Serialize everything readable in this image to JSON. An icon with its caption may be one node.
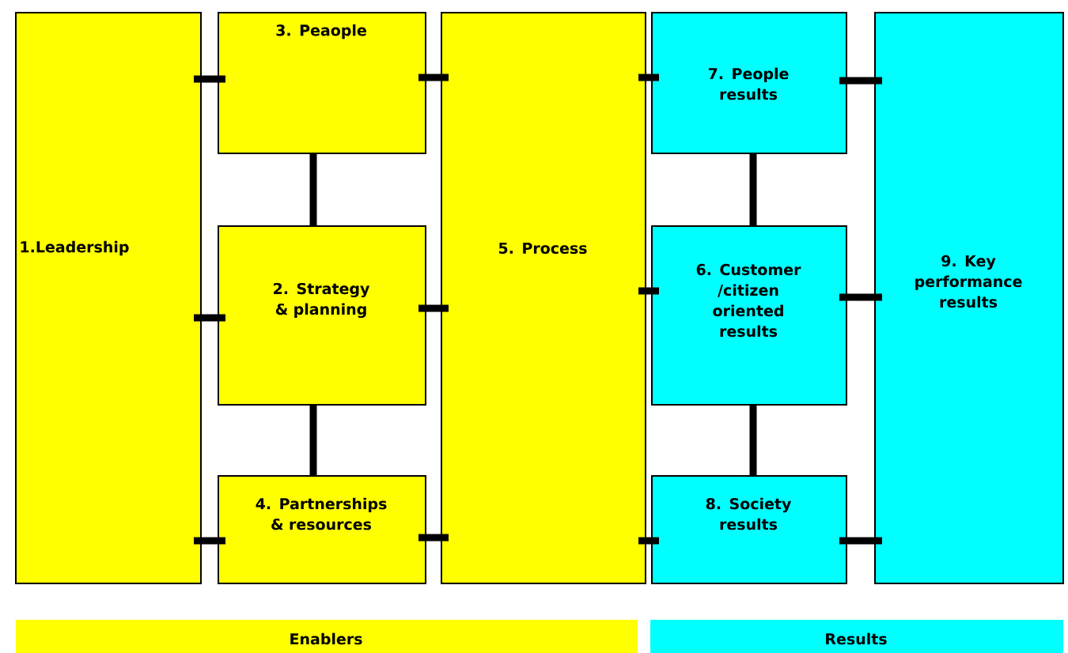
{
  "diagram": {
    "nodes": [
      {
        "text": [
          "1.Leadership"
        ]
      },
      {
        "text": [
          "3. Peaople"
        ]
      },
      {
        "text": [
          "2. Strategy & planning"
        ]
      },
      {
        "text": [
          "4. Partnerships & resources"
        ]
      },
      {
        "text": [
          "5. Process"
        ]
      },
      {
        "text": [
          "7. People results"
        ]
      },
      {
        "text": [
          "6. Customer /citizen oriented results"
        ]
      },
      {
        "text": [
          "8. Society results"
        ]
      },
      {
        "text": [
          "9. Key performance results"
        ]
      },
      {
        "text": [
          "Enablers"
        ]
      },
      {
        "text": [
          "Results"
        ]
      }
    ],
    "edges": [
      {
        "from": 0,
        "to": 1,
        "arrow": "none"
      },
      {
        "from": 0,
        "to": 2,
        "arrow": "none"
      },
      {
        "from": 0,
        "to": 3,
        "arrow": "none"
      },
      {
        "from": 1,
        "to": 2,
        "arrow": "none"
      },
      {
        "from": 2,
        "to": 3,
        "arrow": "none"
      },
      {
        "from": 1,
        "to": 4,
        "arrow": "none"
      },
      {
        "from": 2,
        "to": 4,
        "arrow": "none"
      },
      {
        "from": 3,
        "to": 4,
        "arrow": "none"
      },
      {
        "from": 4,
        "to": 5,
        "arrow": "none"
      },
      {
        "from": 4,
        "to": 6,
        "arrow": "none"
      },
      {
        "from": 4,
        "to": 7,
        "arrow": "none"
      },
      {
        "from": 5,
        "to": 6,
        "arrow": "none"
      },
      {
        "from": 6,
        "to": 7,
        "arrow": "none"
      },
      {
        "from": 5,
        "to": 8,
        "arrow": "none"
      },
      {
        "from": 6,
        "to": 8,
        "arrow": "none"
      },
      {
        "from": 7,
        "to": 8,
        "arrow": "none"
      }
    ]
  }
}
